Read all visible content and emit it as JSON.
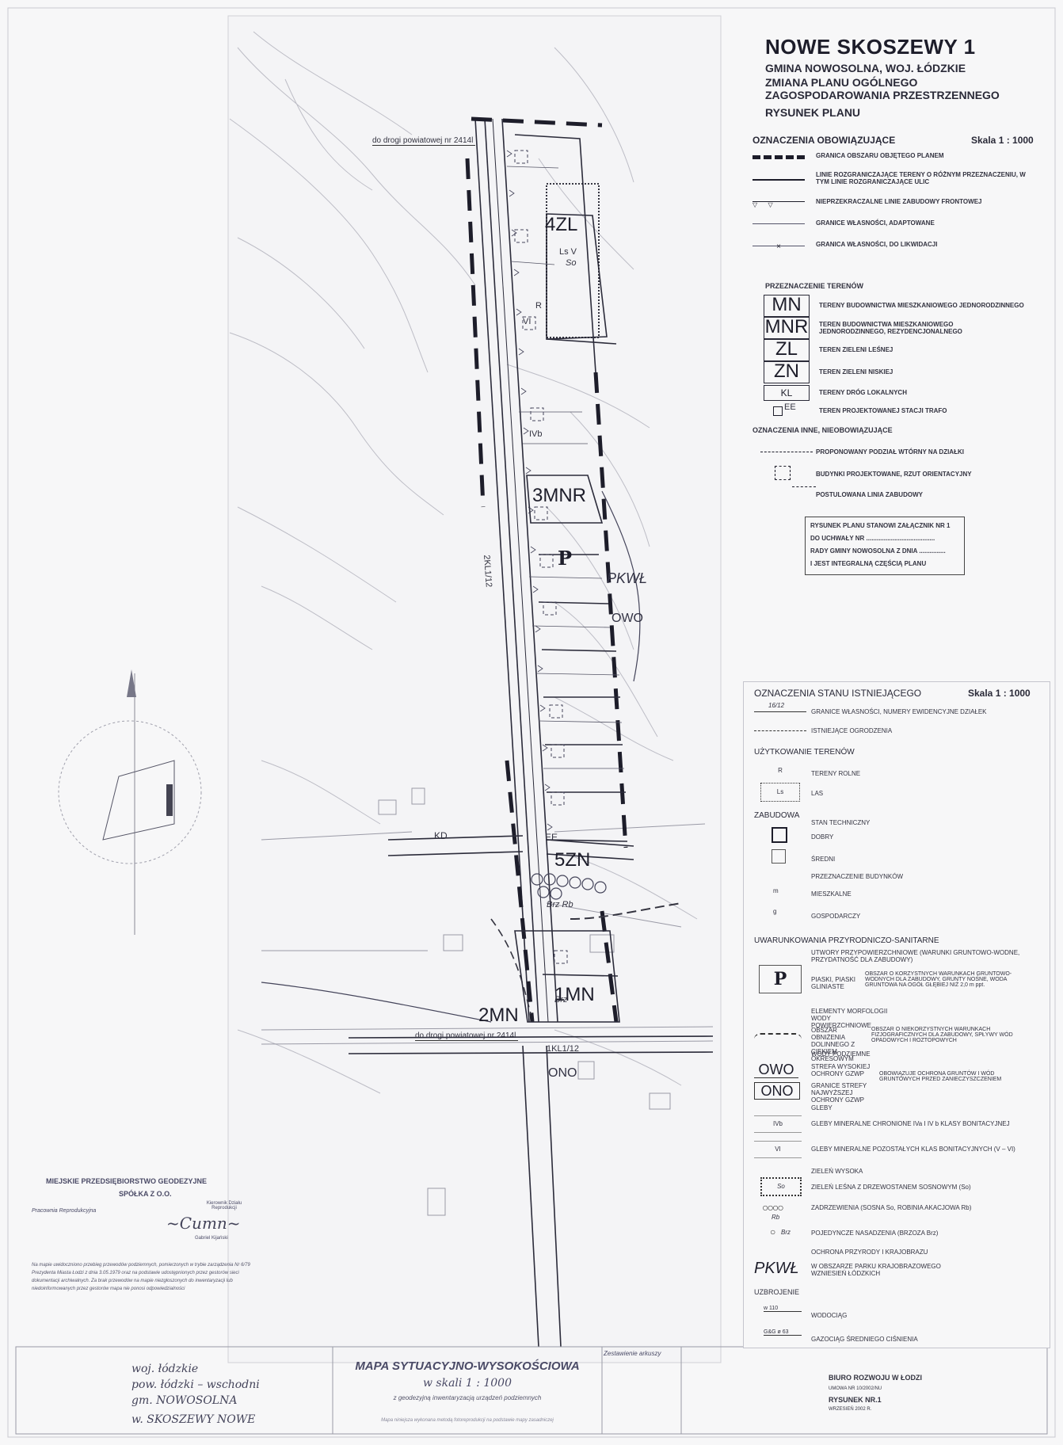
{
  "header": {
    "title": "NOWE SKOSZEWY 1",
    "subtitle1": "GMINA NOWOSOLNA, WOJ. ŁÓDZKIE",
    "subtitle2": "ZMIANA PLANU OGÓLNEGO ZAGOSPODAROWANIA PRZESTRZENNEGO",
    "subtitle3": "RYSUNEK PLANU"
  },
  "legend_binding": {
    "title": "OZNACZENIA OBOWIĄZUJĄCE",
    "scale": "Skala 1 : 1000",
    "items": [
      "GRANICA OBSZARU OBJĘTEGO PLANEM",
      "LINIE ROZGRANICZAJĄCE TERENY O RÓŻNYM PRZEZNACZENIU, W TYM LINIE ROZGRANICZAJĄCE ULIC",
      "NIEPRZEKRACZALNE LINIE ZABUDOWY FRONTOWEJ",
      "GRANICE WŁASNOŚCI, ADAPTOWANE",
      "GRANICA WŁASNOŚCI, DO LIKWIDACJI"
    ]
  },
  "land_use": {
    "title": "PRZEZNACZENIE TERENÓW",
    "items": [
      {
        "code": "MN",
        "label": "TERENY BUDOWNICTWA MIESZKANIOWEGO JEDNORODZINNEGO"
      },
      {
        "code": "MNR",
        "label": "TEREN BUDOWNICTWA MIESZKANIOWEGO JEDNORODZINNEGO, REZYDENCJONALNEGO"
      },
      {
        "code": "ZL",
        "label": "TEREN ZIELENI LEŚNEJ"
      },
      {
        "code": "ZN",
        "label": "TEREN ZIELENI NISKIEJ"
      },
      {
        "code": "KL",
        "label": "TERENY DRÓG LOKALNYCH"
      },
      {
        "code": "EE",
        "label": "TEREN PROJEKTOWANEJ STACJI TRAFO"
      }
    ]
  },
  "legend_other": {
    "title": "OZNACZENIA INNE, NIEOBOWIĄZUJĄCE",
    "items": [
      "PROPONOWANY PODZIAŁ WTÓRNY NA DZIAŁKI",
      "BUDYNKI PROJEKTOWANE, RZUT ORIENTACYJNY",
      "POSTULOWANA LINIA ZABUDOWY"
    ]
  },
  "resolution_box": {
    "lines": [
      "RYSUNEK PLANU STANOWI ZAŁĄCZNIK NR 1",
      "DO UCHWAŁY NR .......................................",
      "RADY GMINY NOWOSOLNA Z DNIA ...............",
      "I JEST INTEGRALNĄ CZĘŚCIĄ PLANU"
    ]
  },
  "legend_existing": {
    "title": "OZNACZENIA STANU ISTNIEJĄCEGO",
    "scale": "Skala 1 : 1000",
    "ownership_sample": "16/12",
    "ownership": "GRANICE WŁASNOŚCI, NUMERY EWIDENCYJNE DZIAŁEK",
    "fences": "ISTNIEJĄCE OGRODZENIA",
    "use_title": "UŻYTKOWANIE TERENÓW",
    "use_items": [
      {
        "code": "R",
        "label": "TERENY ROLNE"
      },
      {
        "code": "Ls",
        "label": "LAS"
      }
    ],
    "building_title": "ZABUDOWA",
    "tech_title": "STAN TECHNICZNY",
    "tech_items": [
      "DOBRY",
      "ŚREDNI"
    ],
    "purpose_title": "PRZEZNACZENIE BUDYNKÓW",
    "purpose_items": [
      {
        "code": "m",
        "label": "MIESZKALNE"
      },
      {
        "code": "g",
        "label": "GOSPODARCZY"
      }
    ],
    "conditions_title": "UWARUNKOWANIA PRZYRODNICZO-SANITARNE",
    "surface_title": "UTWORY PRZYPOWIERZCHNIOWE (WARUNKI GRUNTOWO-WODNE, PRZYDATNOŚĆ DLA ZABUDOWY)",
    "sand_label": "PIASKI, PIASKI GLINIASTE",
    "sand_desc": "OBSZAR O KORZYSTNYCH WARUNKACH GRUNTOWO-WODNYCH DLA ZABUDOWY, GRUNTY NOŚNE, WODA GRUNTOWA NA OGÓŁ GŁĘBIEJ NIŻ 2,0 m ppt.",
    "morph_title": "ELEMENTY MORFOLOGII WODY POWIERZCHNIOWE",
    "valley_label": "OBSZAR OBNIŻENIA DOLINNEGO Z CIEKIEM OKRESOWYM",
    "valley_desc": "OBSZAR O NIEKORZYSTNYCH WARUNKACH FIZJOGRAFICZNYCH DLA ZABUDOWY, SPŁYWY WÓD OPADOWYCH I ROZTOPOWYCH",
    "ground_water": "WODY PODZIEMNE",
    "owo_label": "STREFA WYSOKIEJ OCHRONY GZWP",
    "ono_label": "GRANICE STREFY NAJWYŻSZEJ OCHRONY GZWP",
    "owo_desc": "OBOWIĄZUJE OCHRONA GRUNTÓW I WÓD GRUNTOWYCH PRZED ZANIECZYSZCZENIEM",
    "soil_title": "GLEBY",
    "soil_items": [
      {
        "code": "IVb",
        "label": "GLEBY MINERALNE CHRONIONE IVa I IV b KLASY BONITACYJNEJ"
      },
      {
        "code": "VI",
        "label": "GLEBY MINERALNE POZOSTAŁYCH KLAS BONITACYJNYCH (V – VI)"
      }
    ],
    "green_title": "ZIELEŃ WYSOKA",
    "green_items": [
      {
        "code": "So",
        "label": "ZIELEŃ LEŚNA Z DRZEWOSTANEM SOSNOWYM (So)"
      },
      {
        "code": "Rb",
        "label": "ZADRZEWIENIA (SOSNA So, ROBINIA AKACJOWA Rb)"
      },
      {
        "code": "Brz",
        "label": "POJEDYNCZE NASADZENIA (BRZOZA Brz)"
      }
    ],
    "nature_title": "OCHRONA PRZYRODY I KRAJOBRAZU",
    "nature_code": "PKWŁ",
    "nature_label": "W OBSZARZE PARKU KRAJOBRAZOWEGO WZNIESIEŃ ŁÓDZKICH",
    "equip_title": "UZBROJENIE",
    "equip_items": [
      {
        "code": "w 110",
        "label": "WODOCIĄG"
      },
      {
        "code": "G&G ø 63",
        "label": "GAZOCIĄG ŚREDNIEGO CIŚNIENIA"
      }
    ]
  },
  "map_labels": {
    "zones": [
      "4ZL",
      "3MNR",
      "5ZN",
      "1MN",
      "2MN"
    ],
    "road_top": "do drogi powiatowej nr 2414l",
    "road_bottom": "do drogi powiatowej nr 2414l",
    "kl_top": "2KL1/12",
    "kl_bottom": "1KL1/12",
    "kd": "KD",
    "ee": "EE",
    "pkwl": "PKWŁ",
    "owo": "OWO",
    "ono": "ONO",
    "ls": "Ls V",
    "so": "So",
    "r": "R",
    "vi": "VI",
    "ivb": "IVb",
    "brz": "Brz",
    "brz_rb": "Brz Rb",
    "p": "P"
  },
  "footer": {
    "company_line1": "MIEJSKIE PRZEDSIĘBIORSTWO GEODEZYJNE",
    "company_line2": "SPÓŁKA Z O.O.",
    "workshop": "Pracownia Reprodukcyjna",
    "head": "Kierownik Działu Reprodukcji",
    "signature": "Gabriel Kijański",
    "note": "Na mapie uwidoczniono przebieg przewodów podziemnych, pomierzonych w trybie zarządzenia Nr 6/79 Prezydenta Miasta Łodzi z dnia 3.05.1979 oraz na podstawie udostępnionych przez gestorów sieci dokumentacji archiwalnych. Za brak przewodów na mapie niezgłoszonych do inwentaryzacji lub niedoinformowanych przez gestorów mapa nie ponosi odpowiedzialności",
    "location_lines": [
      "woj. łódzkie",
      "pow. łódzki – wschodni",
      "gm. NOWOSOLNA",
      "w. SKOSZEWY NOWE"
    ],
    "map_title": "MAPA SYTUACYJNO-WYSOKOŚCIOWA",
    "map_scale": "w skali 1 : 1000",
    "map_sub": "z geodezyjną inwentaryzacją urządzeń podziemnych",
    "map_note": "Mapa niniejsza wykonana metodą fotoreprodukcji na podstawie mapy zasadniczej",
    "sheet": "Zestawienie arkuszy",
    "office": "BIURO ROZWOJU W ŁODZI",
    "contract": "UMOWA NR 10/2002/NU",
    "drawing": "RYSUNEK NR.1",
    "date": "WRZESIEŃ 2002 R."
  }
}
